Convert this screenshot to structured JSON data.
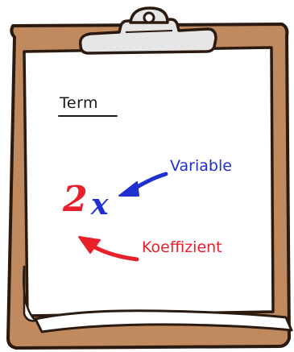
{
  "heading": "Term",
  "expression": {
    "coefficient": "2",
    "variable": "x"
  },
  "labels": {
    "variable": "Variable",
    "coefficient": "Koeffizient"
  },
  "colors": {
    "board": "#c08a5e",
    "board_outline": "#2a1a10",
    "paper": "#ffffff",
    "clip": "#e6e6e6",
    "coefficient": "#e8202a",
    "variable": "#1f2fd0",
    "ink": "#1a1a1a"
  },
  "icons": {
    "clip": "clipboard-clip-icon",
    "variable_arrow": "arrow-to-variable-icon",
    "coefficient_arrow": "arrow-to-coefficient-icon"
  }
}
